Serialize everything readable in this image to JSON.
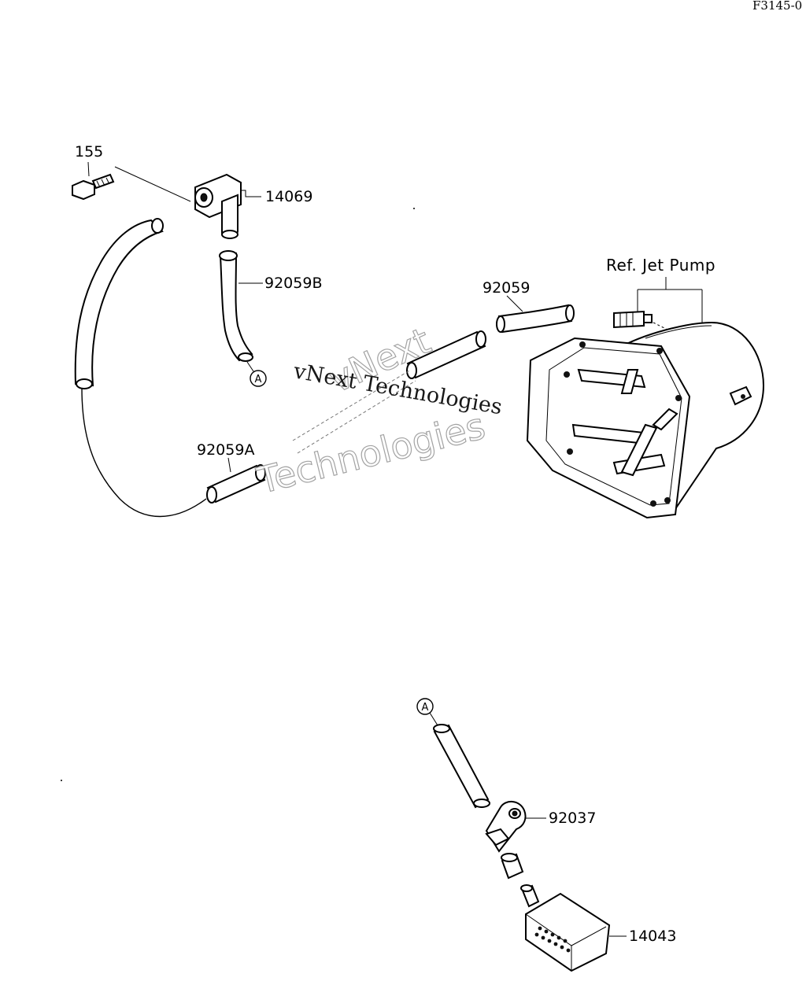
{
  "page_code": "F3145-0",
  "labels": {
    "p155": "155",
    "p14069": "14069",
    "p92059B": "92059B",
    "p92059": "92059",
    "p92059A": "92059A",
    "ref_jet_pump": "Ref. Jet Pump",
    "p92037": "92037",
    "p14043": "14043",
    "marker_a_top": "A",
    "marker_a_bottom": "A"
  },
  "watermark": {
    "line1": "vNext",
    "line2": "Technologies",
    "overlay": "vNext Technologies"
  }
}
